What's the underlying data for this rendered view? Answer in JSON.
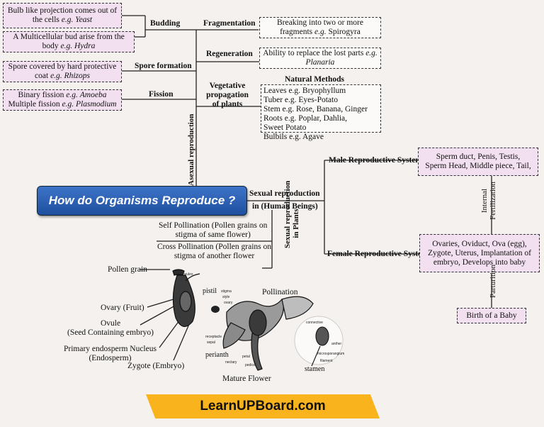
{
  "title": "How do Organisms Reproduce ?",
  "asexual": {
    "branch_label": "Asexual reproduction",
    "budding": {
      "label": "Budding",
      "yeast": {
        "text": "Bulb like projection comes out of the cells",
        "eg": "e.g.",
        "example": "Yeast"
      },
      "hydra": {
        "text": "A Multicellular bud arise from the body",
        "eg": "e.g.",
        "example": "Hydra"
      }
    },
    "spore": {
      "label": "Spore formation",
      "text": "Spore covered by hard protective coat",
      "eg": "e.g.",
      "example": "Rhizops"
    },
    "fission": {
      "label": "Fission",
      "line1": "Binary fission",
      "eg1": "e.g.",
      "ex1": "Amoeba",
      "line2": "Multiple fission",
      "eg2": "e.g.",
      "ex2": "Plasmodium"
    },
    "fragmentation": {
      "label": "Fragmentation",
      "text": "Breaking into two or more fragments",
      "eg": "e.g.",
      "example": "Spirogyra"
    },
    "regeneration": {
      "label": "Regeneration",
      "text": "Ability to replace the lost parts",
      "eg": "e.g.",
      "example": "Planaria"
    },
    "vegetative": {
      "label_l1": "Vegetative",
      "label_l2": "propagation",
      "label_l3": "of plants",
      "natural_title": "Natural Methods",
      "items": [
        "Leaves e.g. Bryophyllum",
        "Tuber e.g. Eyes-Potato",
        "Stem e.g. Rose, Banana, Ginger",
        "Roots e.g. Poplar, Dahlia,",
        "Sweet Potato",
        "Bulbils e.g. Agave"
      ]
    }
  },
  "sexual_human": {
    "label_l1": "Sexual reproduction",
    "label_l2": "in (Human Beings)",
    "male": {
      "label": "Male  Reproductive System",
      "l1": "Sperm duct, Penis, Testis,",
      "l2": "Sperm Head, Middle piece, Tail,"
    },
    "internal": {
      "l1": "Internal",
      "l2": "Fertilization"
    },
    "female": {
      "label": "Female Reproductive System",
      "l1": "Ovaries, Oviduct, Ova (egg),",
      "l2": "Zygote, Uterus, Implantation of",
      "l3": "embryo, Develops into baby"
    },
    "parturition": "Parturition",
    "birth": "Birth of a Baby"
  },
  "sexual_plants": {
    "label_l1": "Sexual reproduction",
    "label_l2": "in Plants",
    "self_l1": "Self Pollination (Pollen grains on",
    "self_l2": "stigma of same flower)",
    "cross_l1": "Cross Pollination (Pollen grains on",
    "cross_l2": "stigma of another flower",
    "pollination": "Pollination",
    "pollen_grain": "Pollen grain",
    "ovary": "Ovary (Fruit)",
    "ovule_l1": "Ovule",
    "ovule_l2": "(Seed Containing embryo)",
    "pen_l1": "Primary endosperm Nucleus",
    "pen_l2": "(Endosperm)",
    "zygote": "Zygote (Embryo)",
    "pistil": "pistil",
    "perianth": "perianth",
    "stamen": "stamen",
    "mature_flower": "Mature Flower",
    "tiny": {
      "ovules": "ovules",
      "stigma": "stigma",
      "style": "style",
      "ovary": "ovary",
      "pedicel": "pedicel",
      "sepal": "sepal",
      "petal": "petal",
      "receptacle": "receptacle",
      "nectary": "nectary",
      "filament": "filament",
      "anther": "anther",
      "connective": "connective",
      "microsporangium": "microsporangium"
    }
  },
  "footer": "LearnUPBoard.com"
}
